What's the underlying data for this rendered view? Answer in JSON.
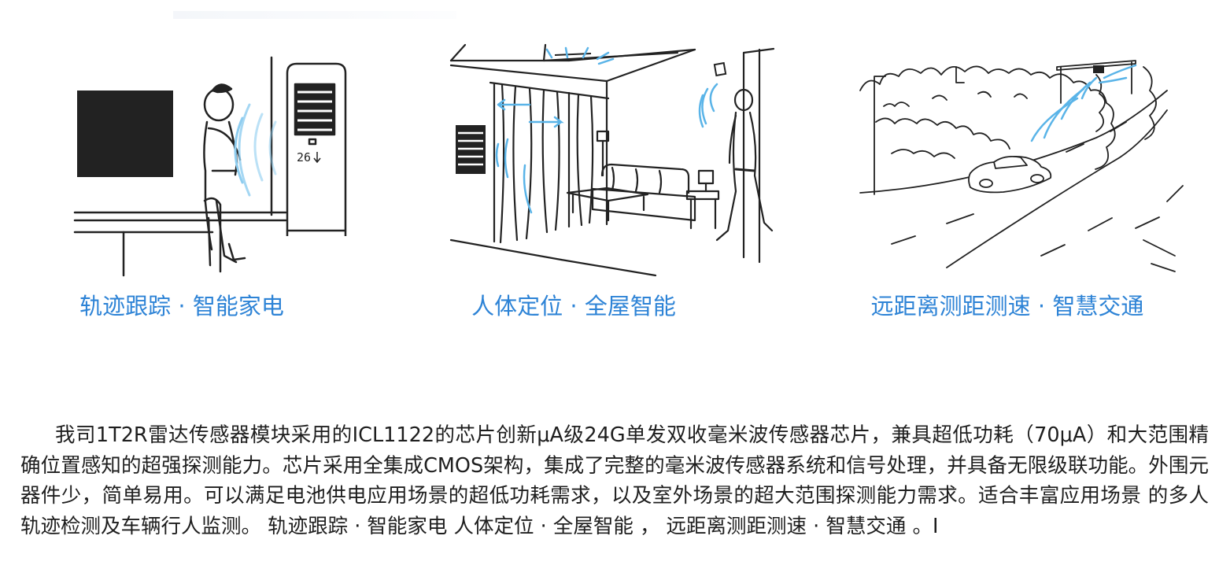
{
  "panels": [
    {
      "caption": "轨迹跟踪 · 智能家电",
      "display_reading": "26"
    },
    {
      "caption": "人体定位 · 全屋智能"
    },
    {
      "caption": "远距离测距测速 · 智慧交通"
    }
  ],
  "paragraph": "我司1T2R雷达传感器模块采用的ICL1122的芯片创新μA级24G单发双收毫米波传感器芯片，兼具超低功耗（70μA）和大范围精确位置感知的超强探测能力。芯片采用全集成CMOS架构，集成了完整的毫米波传感器系统和信号处理，并具备无限级联功能。外围元器件少，简单易用。可以满足电池供电应用场景的超低功耗需求，以及室外场景的超大范围探测能力需求。适合丰富应用场景 的多人轨迹检测及车辆行人监测。 轨迹跟踪 · 智能家电 人体定位 · 全屋智能 ， 远距离测距测速 · 智慧交通 。I",
  "colors": {
    "accent": "#2d83d6",
    "wave": "#8ecdf0",
    "line": "#222222",
    "text": "#1e1e1e"
  },
  "icons": [
    "tv-illustration",
    "air-conditioner-illustration",
    "person-illustration",
    "living-room-illustration",
    "radar-sensor-icon",
    "road-illustration",
    "car-illustration",
    "street-lamp-illustration"
  ]
}
